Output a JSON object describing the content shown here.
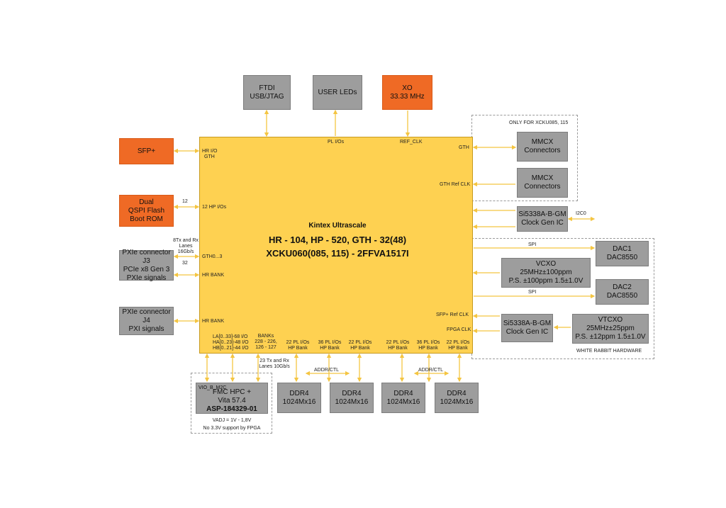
{
  "blocks": {
    "ftdi": [
      "FTDI",
      "USB/JTAG"
    ],
    "user_leds": "USER LEDs",
    "xo": [
      "XO",
      "33.33 MHz"
    ],
    "sfp": "SFP+",
    "qspi": [
      "Dual",
      "QSPI Flash",
      "Boot ROM"
    ],
    "pxie_j3": [
      "PXIe connector J3",
      "PCIe x8 Gen 3",
      "PXIe signals"
    ],
    "pxie_j4": [
      "PXIe connector J4",
      "PXI signals"
    ],
    "mmcx1": [
      "MMCX",
      "Connectors"
    ],
    "mmcx2": [
      "MMCX",
      "Connectors"
    ],
    "clockgen1": [
      "Si5338A-B-GM",
      "Clock Gen IC"
    ],
    "dac1": [
      "DAC1",
      "DAC8550"
    ],
    "vcxo": [
      "VCXO",
      "25MHz±100ppm",
      "P.S. ±100ppm 1.5±1.0V"
    ],
    "dac2": [
      "DAC2",
      "DAC8550"
    ],
    "clockgen2": [
      "Si5338A-B-GM",
      "Clock Gen IC"
    ],
    "vtcxo": [
      "VTCXO",
      "25MHz±25ppm",
      "P.S. ±12ppm 1.5±1.0V"
    ],
    "fmc": [
      "FMC HPC +",
      "Vita 57.4",
      "ASP-184329-01"
    ],
    "fmc_tag": "VIO_B_M2C",
    "ddr": [
      [
        "DDR4",
        "1024Mx16"
      ],
      [
        "DDR4",
        "1024Mx16"
      ],
      [
        "DDR4",
        "1024Mx16"
      ],
      [
        "DDR4",
        "1024Mx16"
      ]
    ]
  },
  "fpga": {
    "line1": "Kintex Ultrascale",
    "line2": "HR - 104, HP - 520, GTH - 32(48)",
    "line3": "XCKU060(085, 115) - 2FFVA1517I"
  },
  "pins": {
    "hr_io": "HR I/O",
    "gth_left": "GTH",
    "hp_12": "12 HP I/Os",
    "gth0_3": "GTH0...3",
    "hr_bank1": "HR BANK",
    "hr_bank2": "HR BANK",
    "pl_ios": "PL I/Os",
    "ref_clk": "REF_CLK",
    "gth_right": "GTH",
    "gth_ref_clk": "GTH Ref CLK",
    "sfp_ref_clk": "SFP+ Ref CLK",
    "fpga_clk": "FPGA CLK",
    "la": "LA[0..33]-68 I/O",
    "ha": "HA[0..23]-48 I/O",
    "hb": "HB[0..21]-44 I/O",
    "banks": [
      "BANKs",
      "228 - 226,",
      "126 - 127"
    ],
    "bank_cols": [
      [
        "22 PL I/Os",
        "HP Bank"
      ],
      [
        "36 PL I/Os",
        "HP Bank"
      ],
      [
        "22 PL I/Os",
        "HP Bank"
      ],
      [
        "22 PL I/Os",
        "HP Bank"
      ],
      [
        "36 PL I/Os",
        "HP Bank"
      ],
      [
        "22 PL I/Os",
        "HP Bank"
      ]
    ]
  },
  "wire_labels": {
    "n12": "12",
    "lanes8": [
      "8Tx and Rx",
      "Lanes",
      "16Gb/s"
    ],
    "n32": "32",
    "i2c": "I2C0",
    "spi1": "SPI",
    "spi2": "SPI",
    "addr1": "ADDR/CTL",
    "addr2": "ADDR/CTL",
    "lanes23": [
      "23 Tx and Rx",
      "Lanes 10Gb/s"
    ]
  },
  "regions": {
    "only_for": "ONLY FOR XCKU085, 115",
    "white_rabbit": "WHITE RABBIT HARDWARE"
  },
  "notes": {
    "vadj": "VADJ = 1V - 1,8V",
    "no33": "No 3.3V support by FPGA"
  },
  "colors": {
    "fpga": "#fed151",
    "wire": "#f4c542",
    "orange_block": "#ef6a25",
    "gray_block": "#9d9d9d"
  }
}
